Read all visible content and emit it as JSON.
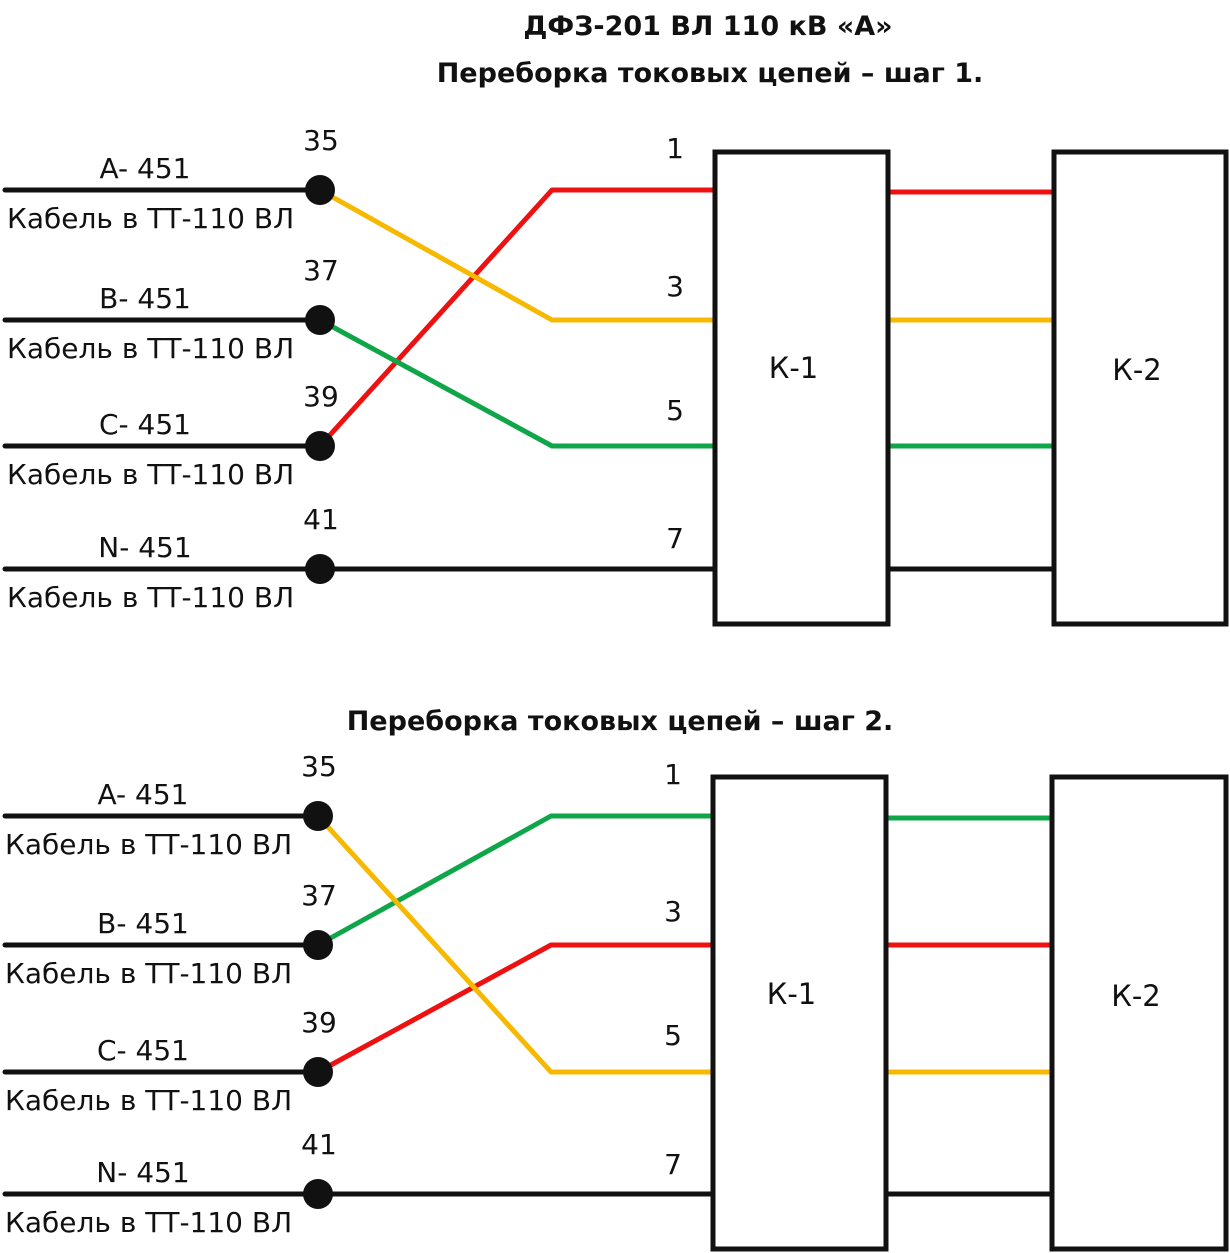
{
  "title": "ДФЗ-201 ВЛ 110 кВ «А»",
  "colors": {
    "red": "#ee1111",
    "yellow": "#f7b800",
    "green": "#0fa64a",
    "black": "#111111"
  },
  "steps": [
    {
      "title": "Переборка токовых цепей – шаг 1.",
      "left_lines": [
        {
          "phase": "A- 451",
          "cable": "Кабель в  ТТ-110 ВЛ",
          "terminal": "35"
        },
        {
          "phase": "B- 451",
          "cable": "Кабель в  ТТ-110 ВЛ",
          "terminal": "37"
        },
        {
          "phase": "C- 451",
          "cable": "Кабель в  ТТ-110 ВЛ",
          "terminal": "39"
        },
        {
          "phase": "N- 451",
          "cable": "Кабель в  ТТ-110 ВЛ",
          "terminal": "41"
        }
      ],
      "box_pins": [
        "1",
        "3",
        "5",
        "7"
      ],
      "box1": "К-1",
      "box2": "К-2",
      "pin_colors": [
        "red",
        "yellow",
        "green",
        "black"
      ],
      "pin_sources": [
        "39",
        "35",
        "37",
        "41"
      ]
    },
    {
      "title": "Переборка токовых цепей – шаг 2.",
      "left_lines": [
        {
          "phase": "A- 451",
          "cable": "Кабель в  ТТ-110 ВЛ",
          "terminal": "35"
        },
        {
          "phase": "B- 451",
          "cable": "Кабель в  ТТ-110 ВЛ",
          "terminal": "37"
        },
        {
          "phase": "C- 451",
          "cable": "Кабель в  ТТ-110 ВЛ",
          "terminal": "39"
        },
        {
          "phase": "N- 451",
          "cable": "Кабель в  ТТ-110 ВЛ",
          "terminal": "41"
        }
      ],
      "box_pins": [
        "1",
        "3",
        "5",
        "7"
      ],
      "box1": "К-1",
      "box2": "К-2",
      "pin_colors": [
        "green",
        "red",
        "yellow",
        "black"
      ],
      "pin_sources": [
        "37",
        "39",
        "35",
        "41"
      ]
    }
  ]
}
